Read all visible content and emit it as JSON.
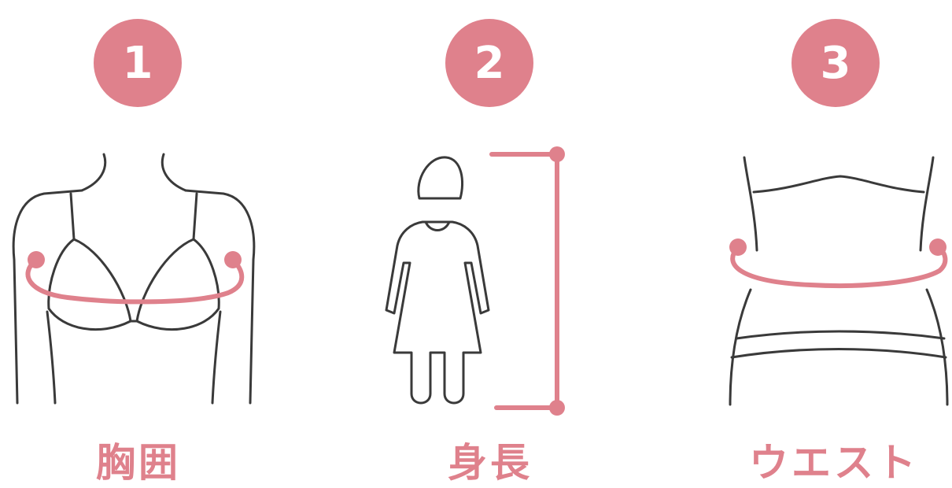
{
  "colors": {
    "accent": "#df818c",
    "line": "#3a3a3a"
  },
  "items": [
    {
      "number": "1",
      "label": "胸囲",
      "icon": "bust-measure-icon"
    },
    {
      "number": "2",
      "label": "身長",
      "icon": "height-measure-icon"
    },
    {
      "number": "3",
      "label": "ウエスト",
      "icon": "waist-measure-icon"
    }
  ]
}
